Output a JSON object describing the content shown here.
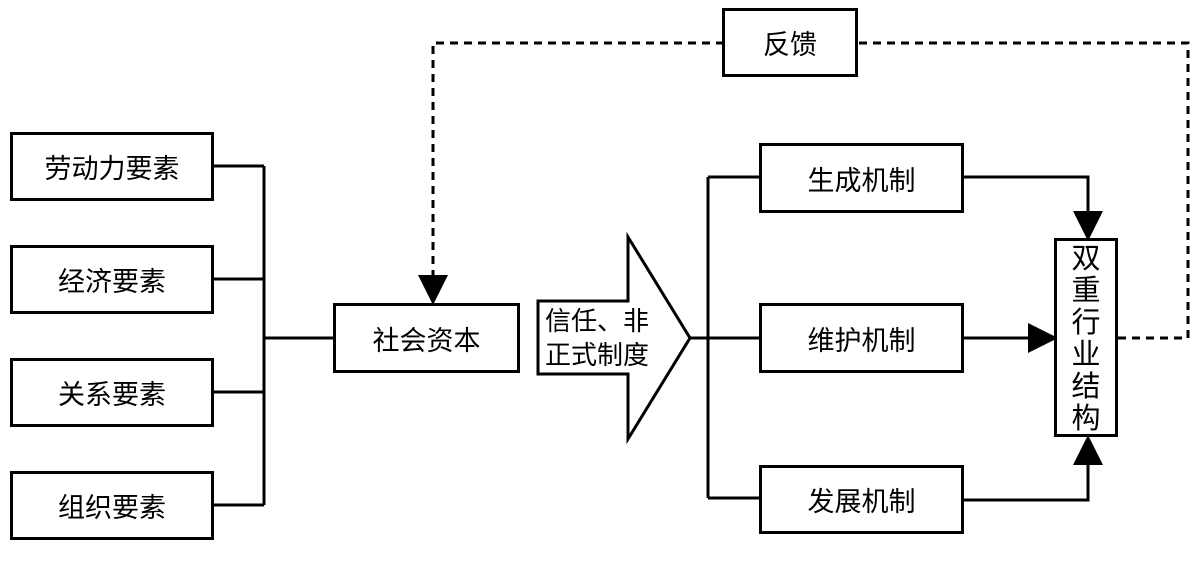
{
  "inputs": {
    "labor": "劳动力要素",
    "economy": "经济要素",
    "relation": "关系要素",
    "organization": "组织要素"
  },
  "social_capital": "社会资本",
  "arrow_label": {
    "line1": "信任、非",
    "line2": "正式制度"
  },
  "mechanisms": {
    "generation": "生成机制",
    "maintenance": "维护机制",
    "development": "发展机制"
  },
  "structure_chars": [
    "双",
    "重",
    "行",
    "业",
    "结",
    "构"
  ],
  "feedback": "反馈"
}
